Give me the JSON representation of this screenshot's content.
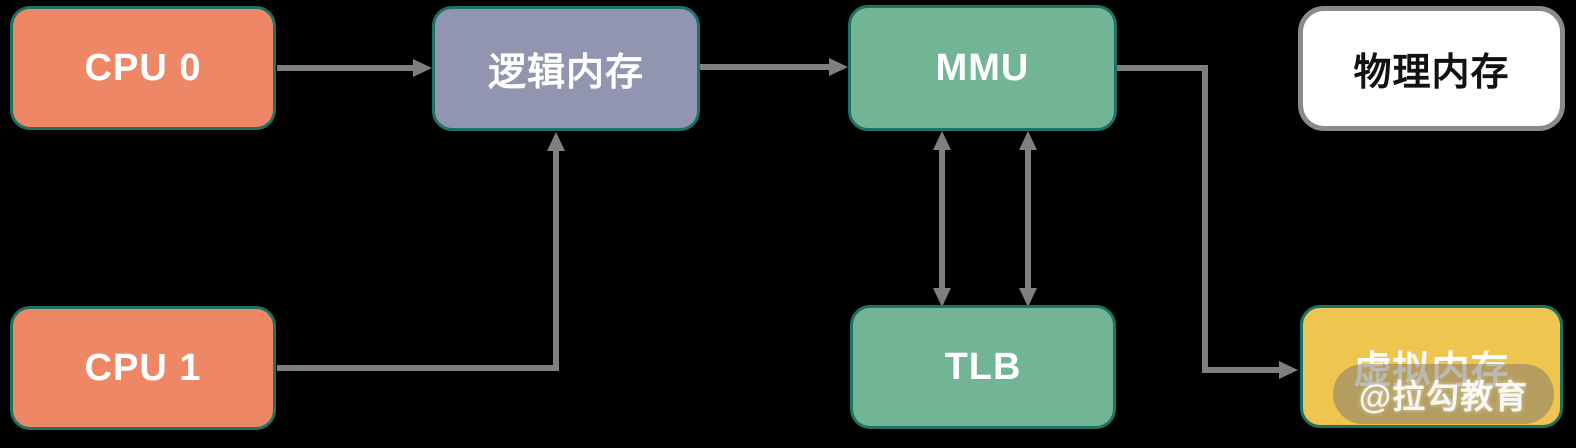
{
  "diagram": {
    "background_color": "#000000",
    "arrow_color": "#7F7F7F",
    "node_border_color": "#1E7265",
    "nodes": [
      {
        "id": "cpu0",
        "label": "CPU 0",
        "fill": "#EE8765",
        "text_color": "#FFFFFF"
      },
      {
        "id": "logical-memory",
        "label": "逻辑内存",
        "fill": "#9295AF",
        "text_color": "#FFFFFF"
      },
      {
        "id": "mmu",
        "label": "MMU",
        "fill": "#71B595",
        "text_color": "#FFFFFF"
      },
      {
        "id": "physical-memory",
        "label": "物理内存",
        "fill": "#FFFFFF",
        "text_color": "#111111",
        "border_color": "#8A8A8A"
      },
      {
        "id": "cpu1",
        "label": "CPU 1",
        "fill": "#EE8765",
        "text_color": "#FFFFFF"
      },
      {
        "id": "tlb",
        "label": "TLB",
        "fill": "#71B595",
        "text_color": "#FFFFFF"
      },
      {
        "id": "virtual-memory",
        "label": "虚拟内存",
        "fill": "#F0C54F",
        "text_color": "#FFFFFF"
      }
    ],
    "edges": [
      {
        "from": "cpu0",
        "to": "logical-memory",
        "type": "arrow"
      },
      {
        "from": "logical-memory",
        "to": "mmu",
        "type": "arrow"
      },
      {
        "from": "cpu1",
        "to": "logical-memory",
        "type": "elbow-arrow"
      },
      {
        "from": "mmu",
        "to": "virtual-memory",
        "type": "elbow-arrow"
      },
      {
        "from": "mmu",
        "to": "tlb",
        "type": "double-arrow"
      },
      {
        "from": "mmu",
        "to": "tlb",
        "type": "double-arrow"
      }
    ],
    "watermark": {
      "text": "@拉勾教育"
    }
  }
}
